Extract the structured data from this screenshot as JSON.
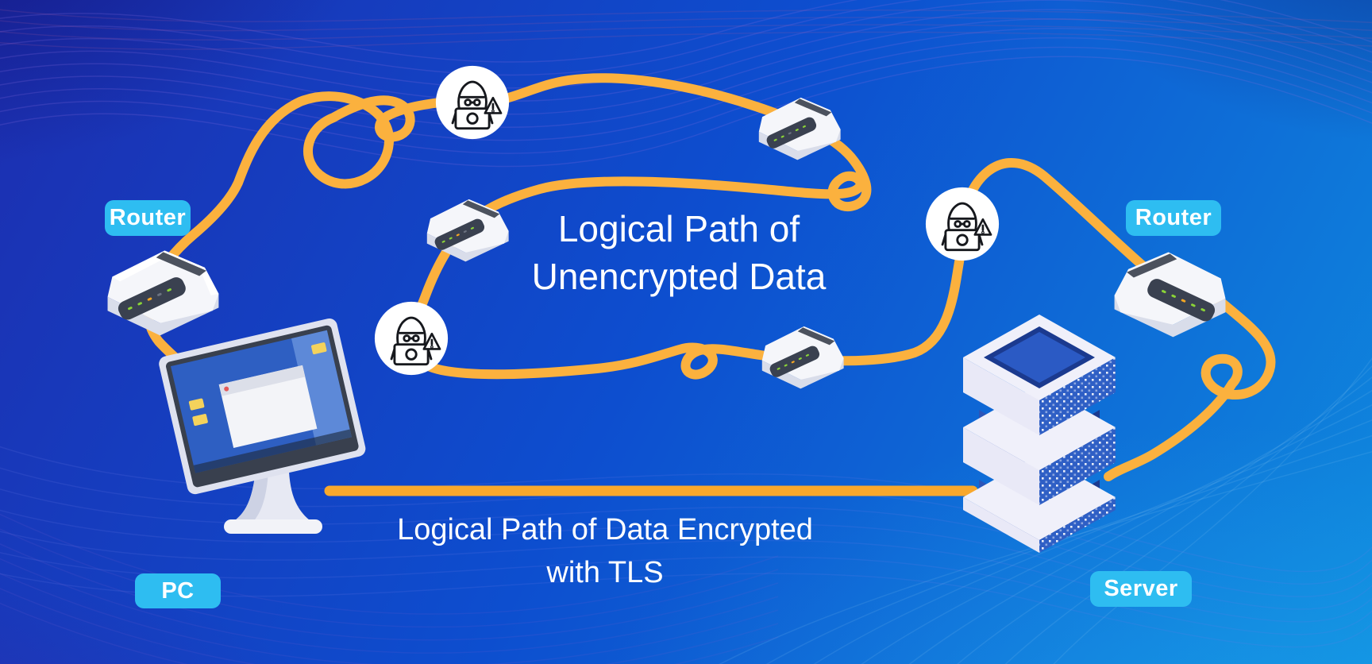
{
  "diagram": {
    "headline": {
      "line1": "Logical Path of",
      "line2": "Unencrypted Data"
    },
    "tls_label": {
      "line1": "Logical Path of Data Encrypted",
      "line2": "with TLS"
    },
    "badges": {
      "router_left": "Router",
      "router_right": "Router",
      "pc": "PC",
      "server": "Server"
    },
    "colors": {
      "cable_yellow": "#FBB13E",
      "tls_line_orange": "#F9A82C",
      "badge_blue": "#2EBDF1",
      "background_deep_blue": "#1D2EB0",
      "background_mid_blue": "#0D4ECF",
      "background_light_azure": "#0F8ADE",
      "led_green": "#8BD437",
      "device_white": "#F5F6FA",
      "server_face_blue": "#2F5FC5"
    }
  }
}
